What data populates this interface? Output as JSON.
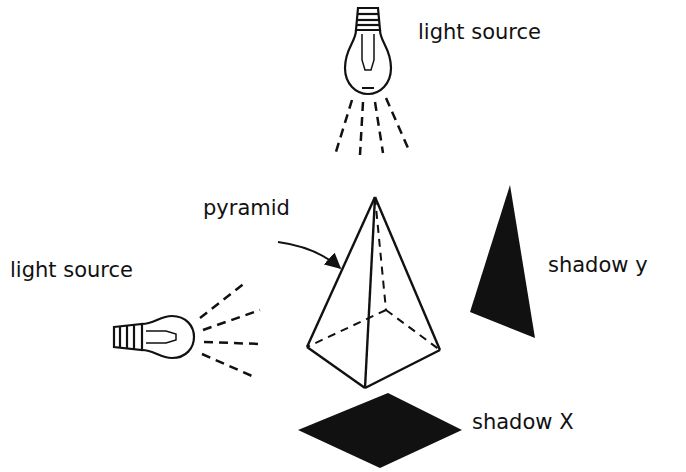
{
  "diagram": {
    "labels": [
      "light source",
      "pyramid",
      "light source",
      "shadow y",
      "shadow X"
    ]
  }
}
